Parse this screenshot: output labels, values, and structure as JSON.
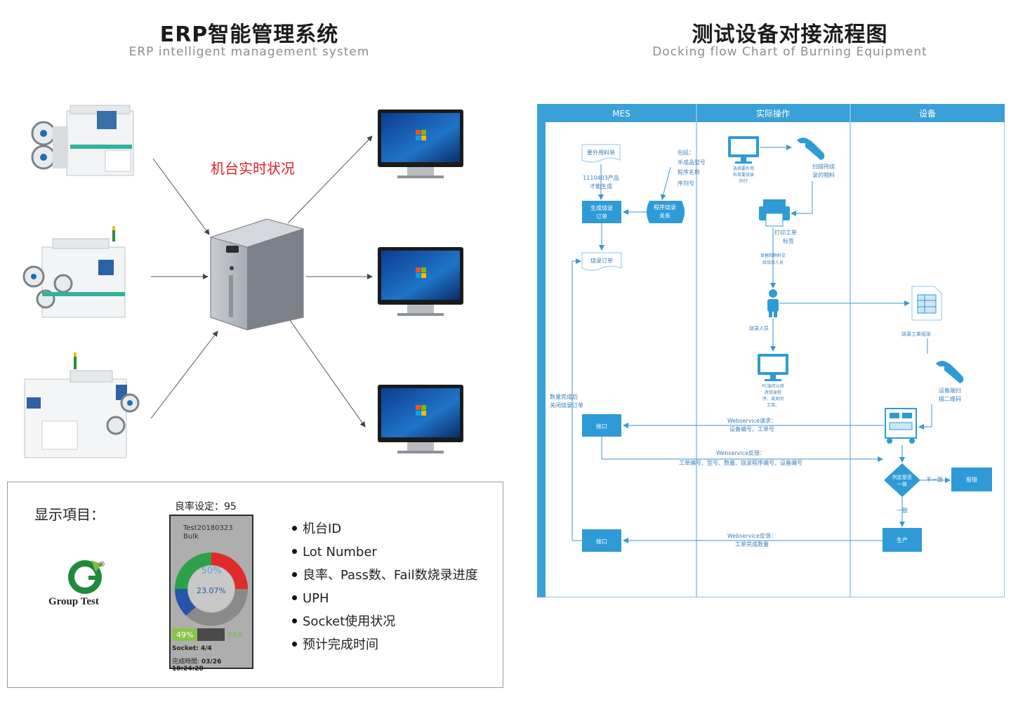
{
  "left": {
    "title": "ERP智能管理系统",
    "subtitle": "ERP intelligent management system",
    "status_label": "机台实时状况"
  },
  "right": {
    "title": "测试设备对接流程图",
    "subtitle": "Docking flow Chart of Burning Equipment"
  },
  "display": {
    "label": "显示項目：",
    "logo_text": "Group Test",
    "registered": "®",
    "yield_setting": "良率设定：95",
    "panel": {
      "line1": "Test20180323",
      "line2": "Bulk",
      "pct_top": "50%",
      "pct_mid": "23.07%",
      "progress": "49%",
      "progress_right": "ERR",
      "socket": "Socket: 4/4",
      "done_label": "完成時間:",
      "done_time": "03/26 18:24:28"
    },
    "items": [
      "机台ID",
      "Lot Number",
      "良率、Pass数、Fail数烧录进度",
      "UPH",
      "Socket使用状况",
      "预计完成时间"
    ]
  },
  "flow": {
    "lanes": [
      "MES",
      "实际操作",
      "设备"
    ],
    "nodes": {
      "req_doc": "要外用料单",
      "product_note_1": "1110403产品",
      "product_note_2": "才能生成",
      "gen_order_1": "生成烧录",
      "gen_order_2": "订单",
      "include_1": "包括：",
      "include_2": "半成品型号",
      "include_3": "程序名称",
      "include_4": "序列号",
      "program_1": "程序烧录",
      "program_2": "关系",
      "order_doc": "烧录订单",
      "select_1": "选择要外用",
      "select_2": "料单要烧录",
      "select_3": "的行",
      "scan_1": "扫描待烧",
      "scan_2": "录的物料",
      "print_1": "打印工单",
      "print_2": "标签",
      "deliver_1": "单据和物料交",
      "deliver_2": "给烧录人员",
      "operator": "烧录人员",
      "pc_1": "PC端可以修",
      "pc_2": "改烧录程",
      "pc_3": "序，或关闭",
      "pc_4": "工单。",
      "sheet": "烧录工单纸张",
      "dev_scan_1": "设备端扫",
      "dev_scan_2": "描二维码",
      "qty_1": "数量完成后",
      "qty_2": "关闭烧录订单",
      "iface1": "接口",
      "iface2": "接口",
      "ws_req_1": "Webservice请求：",
      "ws_req_2": "设备编号，工单号",
      "ws_resp_1": "Webservice反馈：",
      "ws_resp_2": "工单编号、型号、数量、烧录程序编号、设备编号",
      "decision_1": "判定是否",
      "decision_2": "一致",
      "no_match": "不一致",
      "error": "报错",
      "match": "一致",
      "produce": "生产",
      "ws_fb_1": "Webservice反馈：",
      "ws_fb_2": "工单完成数量"
    }
  },
  "colors": {
    "flow_blue": "#2e9bd6",
    "lane_header": "#3aa0d8",
    "arrow": "#5aaedf",
    "status_red": "#e02020"
  }
}
